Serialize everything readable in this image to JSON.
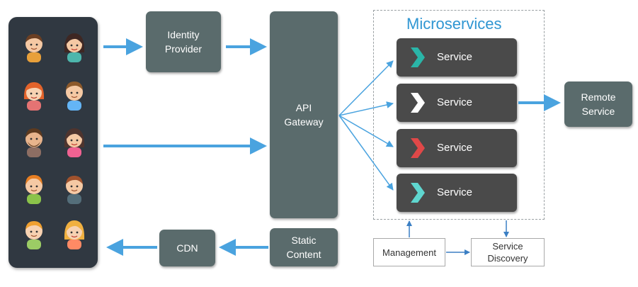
{
  "nodes": {
    "identity_provider": "Identity\nProvider",
    "api_gateway": "API\nGateway",
    "static_content": "Static\nContent",
    "cdn": "CDN",
    "remote_service": "Remote\nService",
    "management": "Management",
    "service_discovery": "Service\nDiscovery"
  },
  "microservices": {
    "title": "Microservices",
    "services": [
      {
        "label": "Service",
        "chevron_color": "#2ab5a8"
      },
      {
        "label": "Service",
        "chevron_color": "#ffffff"
      },
      {
        "label": "Service",
        "chevron_color": "#e04848"
      },
      {
        "label": "Service",
        "chevron_color": "#5fd6cf"
      }
    ]
  },
  "users": {
    "avatar_count": 10
  },
  "colors": {
    "arrow": "#4aa3df",
    "box": "#5a6b6c",
    "service_box": "#4a4a4a",
    "title": "#2f96d2",
    "users_panel": "#303841",
    "dark_arrow": "#3b7fc4"
  }
}
